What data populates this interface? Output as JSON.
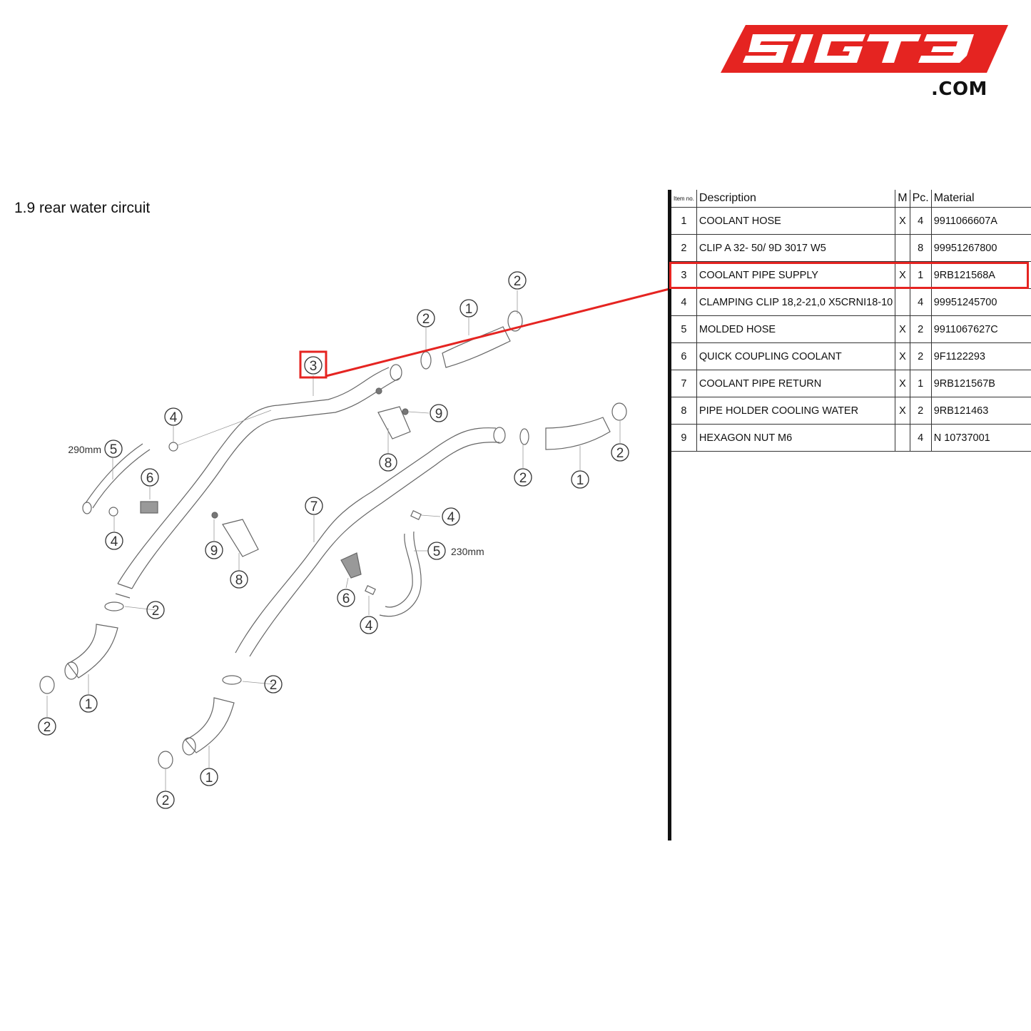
{
  "brand": {
    "logo_text": "5IGT3",
    "domain": ".COM",
    "color": "#e52421"
  },
  "title": "1.9  rear water circuit",
  "table": {
    "headers": {
      "item": "Item no.",
      "description": "Description",
      "m": "M",
      "pc": "Pc.",
      "material": "Material"
    },
    "rows": [
      {
        "item": "1",
        "description": "COOLANT HOSE",
        "m": "X",
        "pc": "4",
        "material": "9911066607A"
      },
      {
        "item": "2",
        "description": "CLIP A 32- 50/ 9D 3017 W5",
        "m": "",
        "pc": "8",
        "material": "99951267800"
      },
      {
        "item": "3",
        "description": "COOLANT PIPE SUPPLY",
        "m": "X",
        "pc": "1",
        "material": "9RB121568A"
      },
      {
        "item": "4",
        "description": "CLAMPING CLIP 18,2-21,0 X5CRNI18-10",
        "m": "",
        "pc": "4",
        "material": "99951245700"
      },
      {
        "item": "5",
        "description": "MOLDED HOSE",
        "m": "X",
        "pc": "2",
        "material": "9911067627C"
      },
      {
        "item": "6",
        "description": "QUICK COUPLING COOLANT",
        "m": "X",
        "pc": "2",
        "material": "9F1122293"
      },
      {
        "item": "7",
        "description": "COOLANT PIPE RETURN",
        "m": "X",
        "pc": "1",
        "material": "9RB121567B"
      },
      {
        "item": "8",
        "description": "PIPE HOLDER COOLING WATER",
        "m": "X",
        "pc": "2",
        "material": "9RB121463"
      },
      {
        "item": "9",
        "description": "HEXAGON NUT M6",
        "m": "",
        "pc": "4",
        "material": "N 10737001"
      }
    ],
    "highlighted_item": "3",
    "highlight_color": "#e52421"
  },
  "diagram": {
    "labels": {
      "l5a_len": "290mm",
      "l5b_len": "230mm",
      "n1": "1",
      "n2": "2",
      "n3": "3",
      "n4": "4",
      "n5": "5",
      "n6": "6",
      "n7": "7",
      "n8": "8",
      "n9": "9"
    }
  }
}
